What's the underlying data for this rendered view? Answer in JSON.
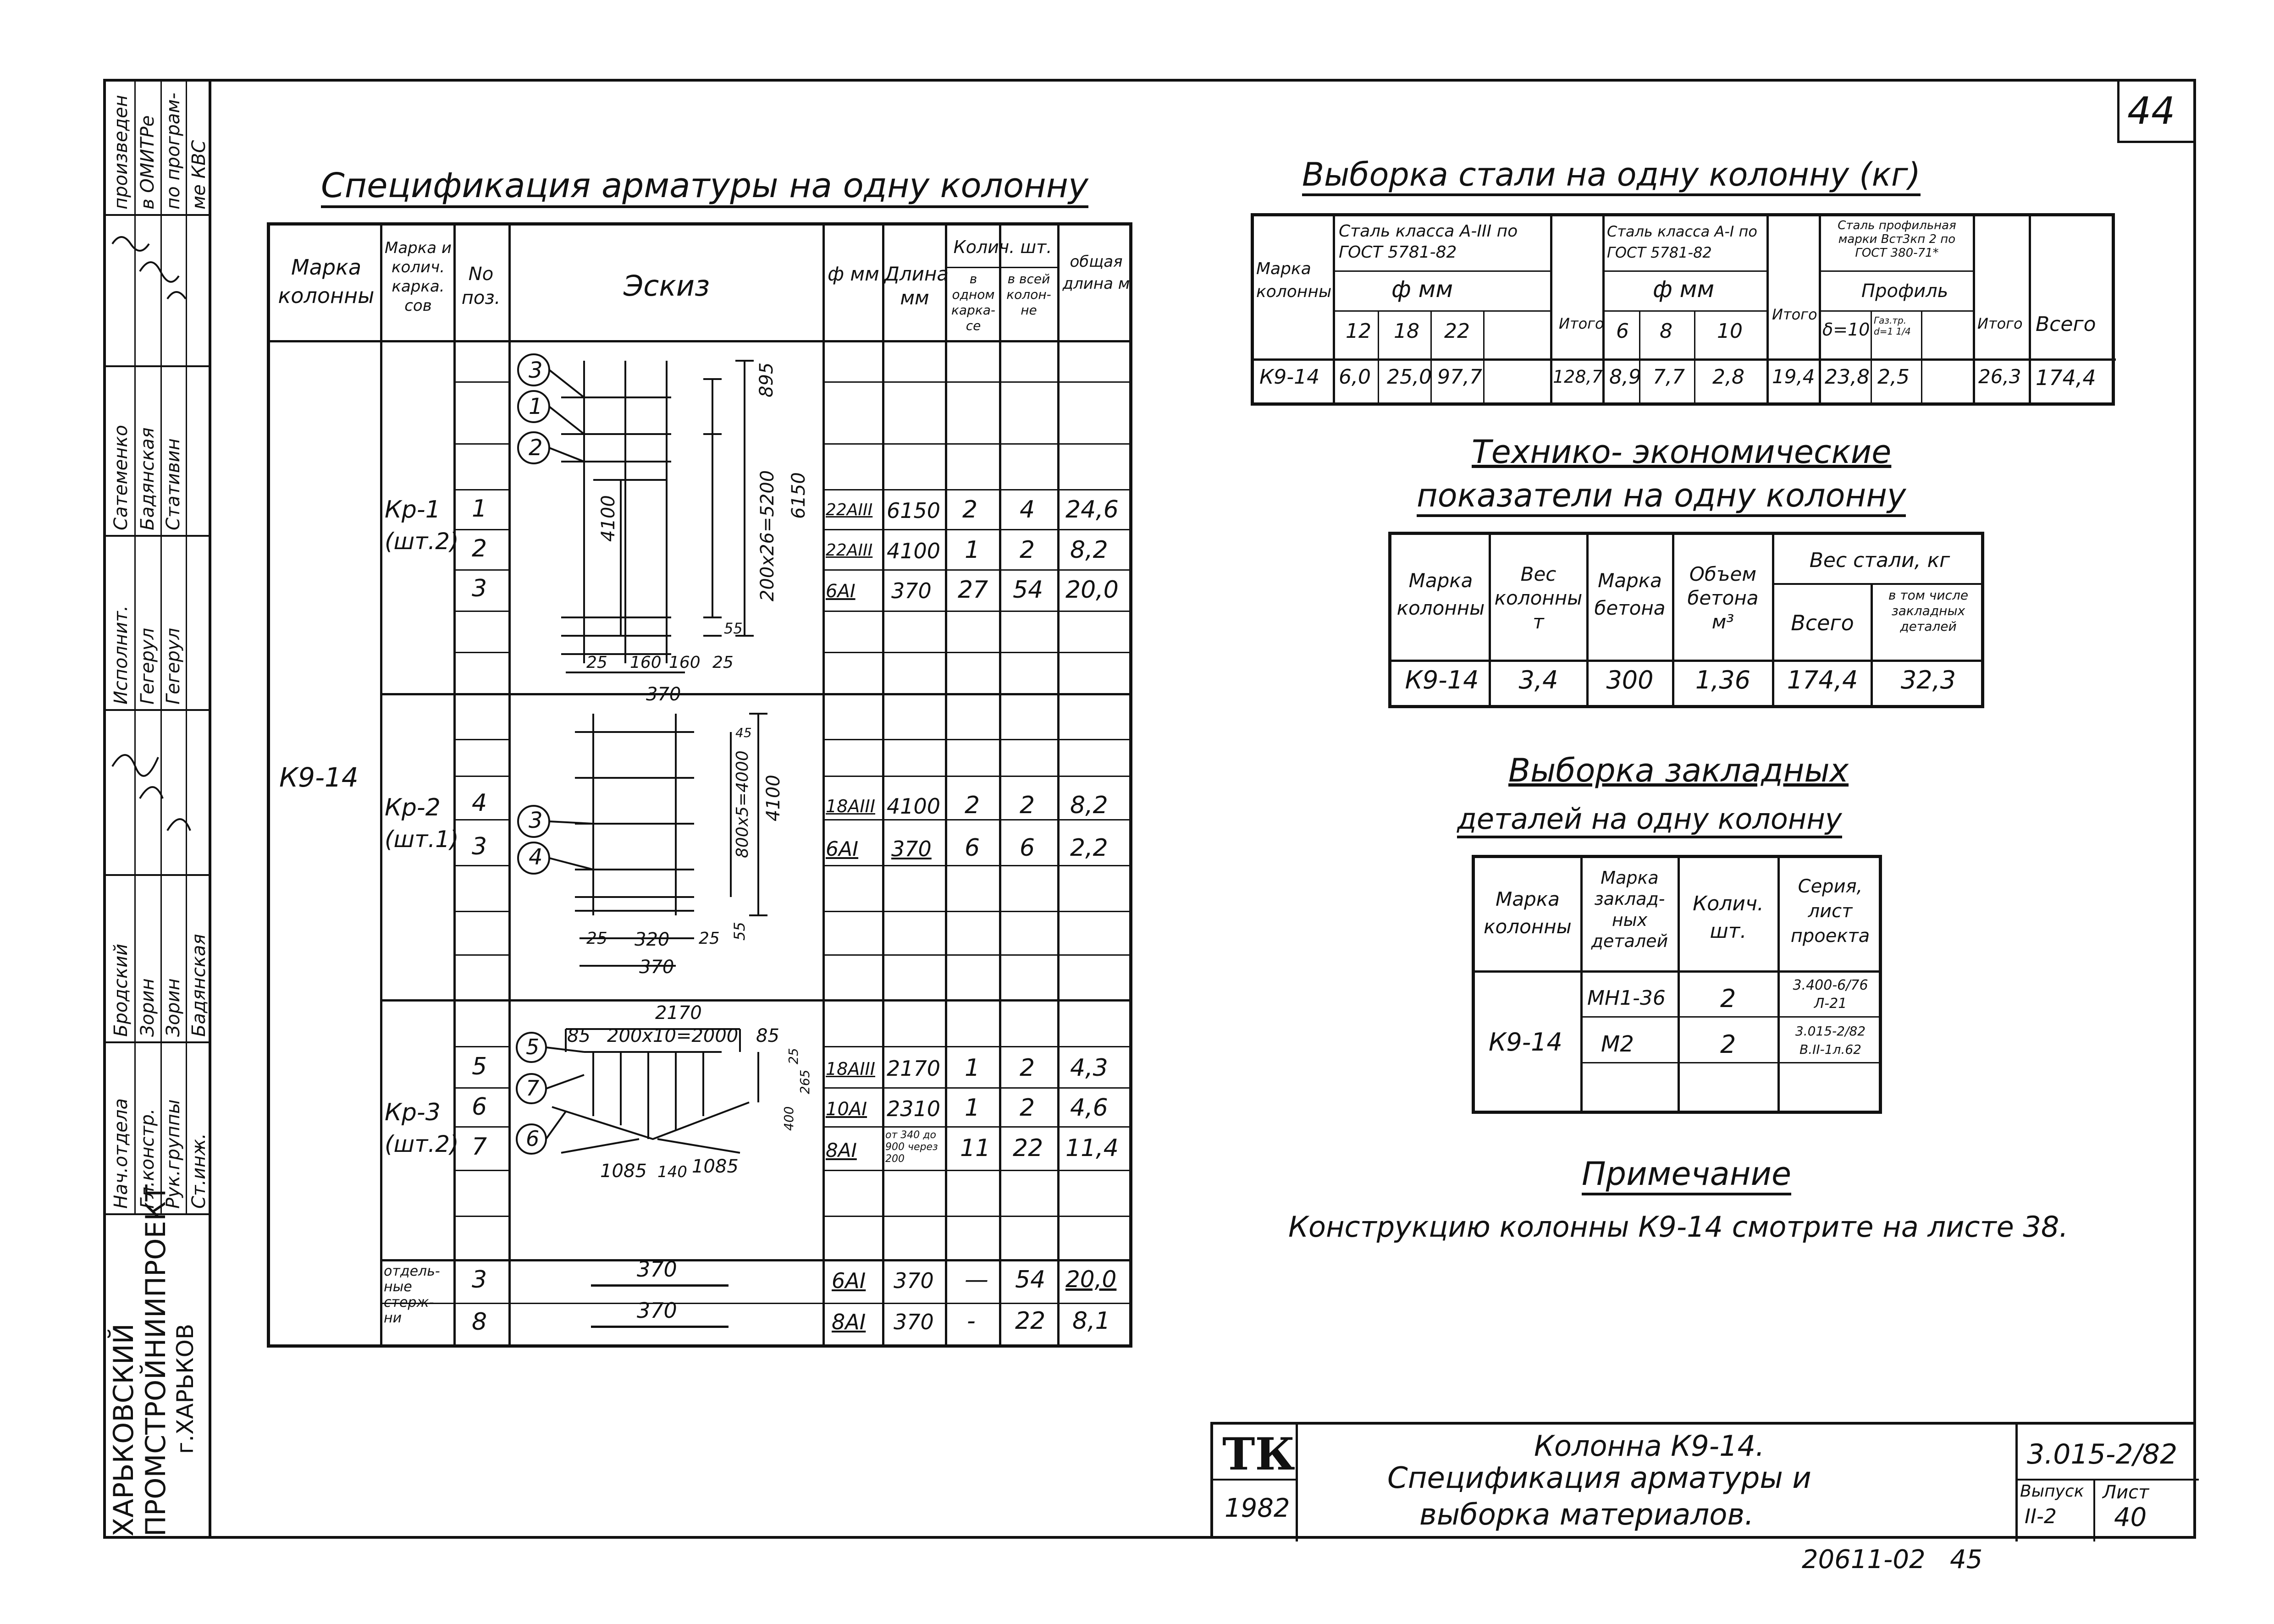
{
  "sheet_number": "44",
  "left_stamp": {
    "note_lines": [
      "произведен",
      "в ОМИТРе",
      "по програм-",
      "ме КВС"
    ],
    "rows": [
      {
        "role": "Нач.отдела",
        "name": "Бродский"
      },
      {
        "role": "Гл.констр.",
        "name": "Зорин"
      },
      {
        "role": "Рук.группы",
        "name": "Зорин"
      },
      {
        "role": "Ст.инж.",
        "name": "Бадянская"
      }
    ],
    "row2": [
      {
        "role": "Исполнит.",
        "name": "Гегерул"
      },
      {
        "role": "",
        "name": "Гегерул"
      }
    ],
    "row3": [
      {
        "role": "",
        "name": "Сатеменко"
      },
      {
        "role": "",
        "name": "Бадянская"
      },
      {
        "role": "",
        "name": "Стативин"
      }
    ],
    "org_lines": [
      "ХАРЬКОВСКИЙ",
      "ПРОМСТРОЙНИИПРОЕКТ",
      "г.ХАРЬКОВ"
    ]
  },
  "spec": {
    "title": "Спецификация арматуры на одну колонну",
    "headers": {
      "mark": "Марка колонны",
      "carcass": "Марка и колич. карка. сов",
      "pos": "No поз.",
      "sketch": "Эскиз",
      "diam": "ф мм",
      "length": "Длина мм",
      "qty": "Колич. шт.",
      "qty_one": "в одном карка- се",
      "qty_all": "в всей колон- не",
      "total": "общая длина м"
    },
    "column_mark": "К9-14",
    "groups": [
      {
        "carcass": "Кр-1",
        "count": "(шт.2)",
        "rows": [
          {
            "pos": "1",
            "diam": "22АIII",
            "length": "6150",
            "one": "2",
            "all": "4",
            "total": "24,6"
          },
          {
            "pos": "2",
            "diam": "22АIII",
            "length": "4100",
            "one": "1",
            "all": "2",
            "total": "8,2"
          },
          {
            "pos": "3",
            "diam": "6АI",
            "length": "370",
            "one": "27",
            "all": "54",
            "total": "20,0"
          }
        ],
        "sketch_labels": {
          "d1": "895",
          "d2": "200х26=5200",
          "d3": "6150",
          "d4": "4100",
          "d5": "55",
          "b1": "25",
          "b2": "160",
          "b3": "160",
          "b4": "25",
          "b5": "370",
          "c1": "3",
          "c2": "1",
          "c3": "2"
        }
      },
      {
        "carcass": "Кр-2",
        "count": "(шт.1)",
        "rows": [
          {
            "pos": "4",
            "diam": "18АIII",
            "length": "4100",
            "one": "2",
            "all": "2",
            "total": "8,2"
          },
          {
            "pos": "3",
            "diam": "6АI",
            "length": "370",
            "one": "6",
            "all": "6",
            "total": "2,2"
          }
        ],
        "sketch_labels": {
          "d1": "800х5=4000",
          "d2": "45",
          "d3": "4100",
          "d4": "55",
          "b1": "25",
          "b2": "320",
          "b3": "25",
          "b4": "370",
          "c1": "3",
          "c2": "4"
        }
      },
      {
        "carcass": "Кр-3",
        "count": "(шт.2)",
        "rows": [
          {
            "pos": "5",
            "diam": "18АIII",
            "length": "2170",
            "one": "1",
            "all": "2",
            "total": "4,3"
          },
          {
            "pos": "6",
            "diam": "10АI",
            "length": "2310",
            "one": "1",
            "all": "2",
            "total": "4,6"
          },
          {
            "pos": "7",
            "diam": "8АI",
            "length": "от 340 до 900 через 200",
            "one": "11",
            "all": "22",
            "total": "11,4"
          }
        ],
        "sketch_labels": {
          "top": "2170",
          "mid": "200х10=2000",
          "l": "85",
          "r": "85",
          "h1": "25",
          "h2": "265",
          "h3": "400",
          "b1": "1085",
          "b2": "140",
          "b3": "1085",
          "c1": "5",
          "c2": "7",
          "c3": "6"
        }
      }
    ],
    "separate": {
      "label": "отдель- ные стерж- ни",
      "rows": [
        {
          "pos": "3",
          "sketch": "370",
          "diam": "6АI",
          "length": "370",
          "one": "—",
          "all": "54",
          "total": "20,0"
        },
        {
          "pos": "8",
          "sketch": "370",
          "diam": "8АI",
          "length": "370",
          "one": "-",
          "all": "22",
          "total": "8,1"
        }
      ]
    }
  },
  "steel": {
    "title": "Выборка стали на одну колонну (кг)",
    "h_mark": "Марка колонны",
    "h_a3": "Сталь класса А-III по ГОСТ 5781-82",
    "h_a1": "Сталь класса А-I по ГОСТ 5781-82",
    "h_prof": "Сталь профильная марки Вст3кп 2 по ГОСТ 380-71*",
    "h_fmm": "ф мм",
    "h_profile": "Профиль",
    "h_total": "Итого",
    "h_all": "Всего",
    "d_a3": [
      "12",
      "18",
      "22"
    ],
    "d_a1": [
      "6",
      "8",
      "10"
    ],
    "d_prof": [
      "δ=10",
      "Газ.тр. d=1 1/4"
    ],
    "row": [
      "К9-14",
      "6,0",
      "25,0",
      "97,7",
      "",
      "128,7",
      "8,9",
      "7,7",
      "2,8",
      "19,4",
      "23,8",
      "2,5",
      "",
      "26,3",
      "174,4"
    ]
  },
  "tep": {
    "title1": "Технико- экономические",
    "title2": "показатели на одну колонну",
    "h": [
      "Марка колонны",
      "Вес колонны т",
      "Марка бетона",
      "Объем бетона м³",
      "Вес стали, кг",
      "Всего",
      "в том числе закладных деталей"
    ],
    "row": [
      "К9-14",
      "3,4",
      "300",
      "1,36",
      "174,4",
      "32,3"
    ]
  },
  "embed": {
    "title1": "Выборка закладных",
    "title2": "деталей на одну колонну",
    "h": [
      "Марка колонны",
      "Марка заклад- ных деталей",
      "Колич. шт.",
      "Серия, лист проекта"
    ],
    "mark": "К9-14",
    "rows": [
      {
        "det": "МН1-36",
        "qty": "2",
        "ser": "3.400-6/76 Л-21"
      },
      {
        "det": "М2",
        "qty": "2",
        "ser": "3.015-2/82 В.II-1л.62"
      }
    ]
  },
  "note": {
    "title": "Примечание",
    "text": "Конструкцию колонны К9-14 смотрите на листе 38."
  },
  "titleblock": {
    "logo": "ТК",
    "year": "1982",
    "line1": "Колонна К9-14.",
    "line2": "Спецификация арматуры и",
    "line3": "выборка материалов.",
    "code": "3.015-2/82",
    "vyp_label": "Выпуск",
    "vyp": "II-2",
    "list_label": "Лист",
    "list": "40"
  },
  "footer_code": "20611-02   45"
}
